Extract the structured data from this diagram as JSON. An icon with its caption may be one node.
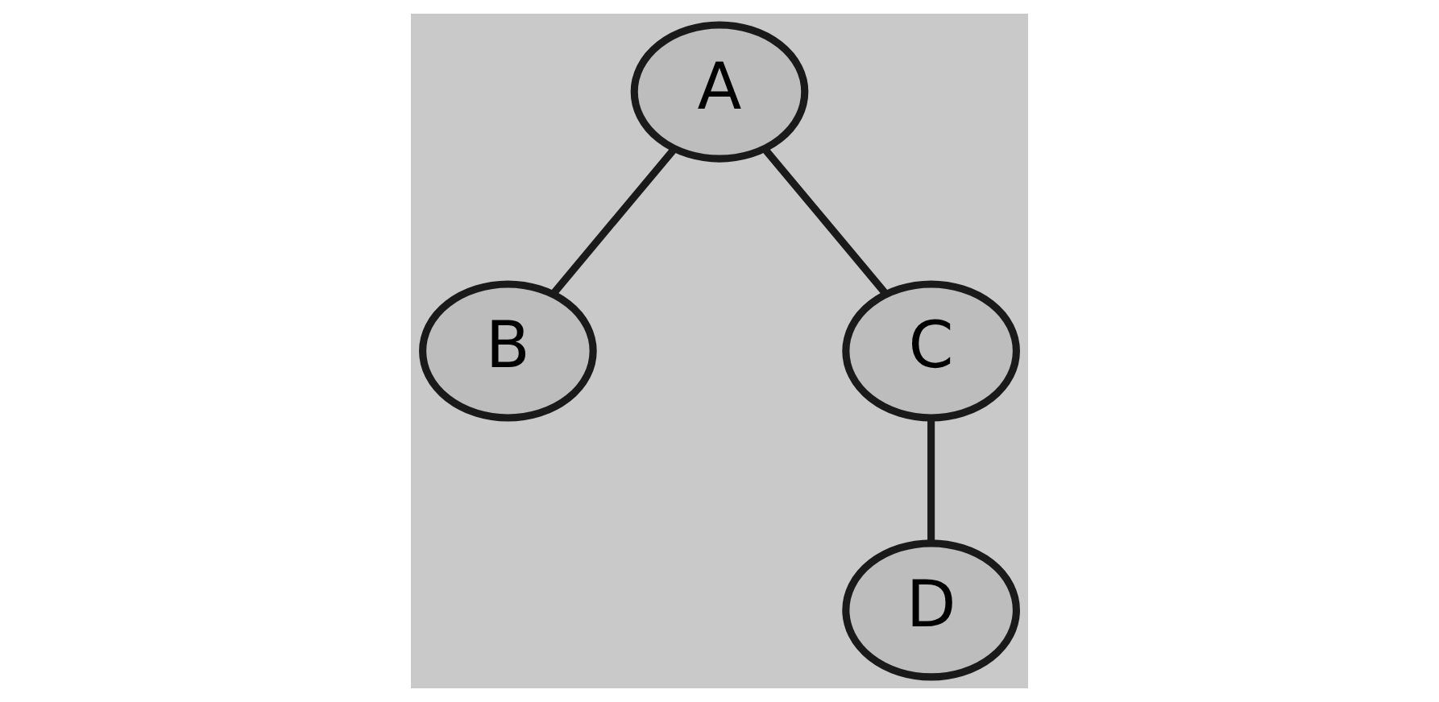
{
  "diagram": {
    "nodes": [
      {
        "text": [
          "A"
        ]
      },
      {
        "text": [
          "B"
        ]
      },
      {
        "text": [
          "C"
        ]
      },
      {
        "text": [
          "D"
        ]
      }
    ],
    "edges": [
      {
        "from": 0,
        "to": 1,
        "arrow": "none"
      },
      {
        "from": 0,
        "to": 2,
        "arrow": "none"
      },
      {
        "from": 2,
        "to": 3,
        "arrow": "none"
      }
    ]
  }
}
